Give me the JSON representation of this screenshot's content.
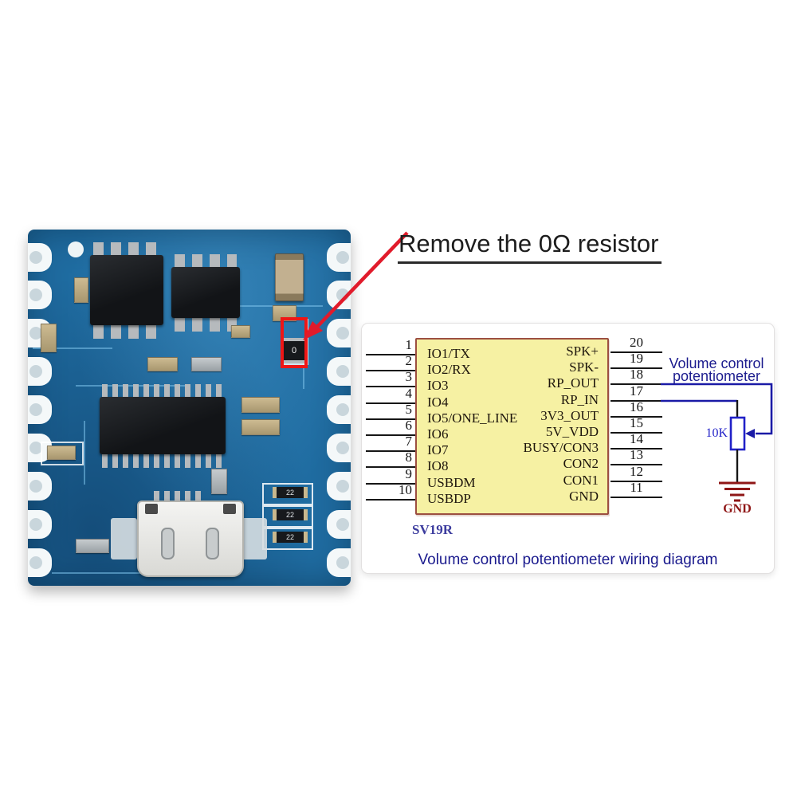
{
  "annotation": {
    "title": "Remove the 0Ω resistor",
    "arrow_color": "#e11b2b",
    "highlight_box_color": "#ee1616"
  },
  "pcb": {
    "board_color": "#1f6ca1",
    "zero_resistor_marking": "0",
    "resistor_markings": [
      "22",
      "22",
      "22"
    ]
  },
  "diagram": {
    "chip_name": "SV19R",
    "left_pins": [
      {
        "num": "1",
        "label": "IO1/TX"
      },
      {
        "num": "2",
        "label": "IO2/RX"
      },
      {
        "num": "3",
        "label": "IO3"
      },
      {
        "num": "4",
        "label": "IO4"
      },
      {
        "num": "5",
        "label": "IO5/ONE_LINE"
      },
      {
        "num": "6",
        "label": "IO6"
      },
      {
        "num": "7",
        "label": "IO7"
      },
      {
        "num": "8",
        "label": "IO8"
      },
      {
        "num": "9",
        "label": "USBDM"
      },
      {
        "num": "10",
        "label": "USBDP"
      }
    ],
    "right_pins": [
      {
        "num": "20",
        "label": "SPK+"
      },
      {
        "num": "19",
        "label": "SPK-"
      },
      {
        "num": "18",
        "label": "RP_OUT"
      },
      {
        "num": "17",
        "label": "RP_IN"
      },
      {
        "num": "16",
        "label": "3V3_OUT"
      },
      {
        "num": "15",
        "label": "5V_VDD"
      },
      {
        "num": "14",
        "label": "BUSY/CON3"
      },
      {
        "num": "13",
        "label": "CON2"
      },
      {
        "num": "12",
        "label": "CON1"
      },
      {
        "num": "11",
        "label": "GND"
      }
    ],
    "pot_value": "10K",
    "ground_label": "GND",
    "note": {
      "line1": "Volume control",
      "line2": "potentiometer"
    },
    "caption": "Volume control potentiometer wiring diagram",
    "colors": {
      "chip_fill": "#f6f1a3",
      "chip_border": "#9c4f41",
      "wire_blue": "#1a1aa6",
      "pot_blue": "#2121c8",
      "gnd_red": "#8f1616",
      "text_navy": "#1b1b8e"
    }
  }
}
